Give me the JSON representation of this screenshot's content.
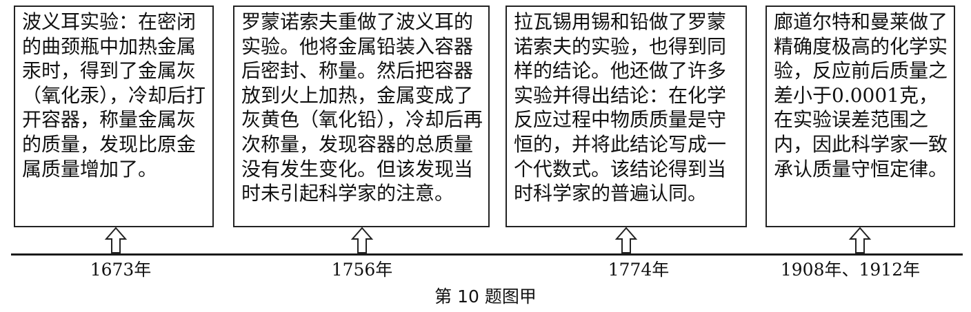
{
  "events": [
    {
      "year": "1673年",
      "text": "波义耳实验：在密闭的曲颈瓶中加热金属汞时，得到了金属灰（氧化汞），冷却后打开容器，称量金属灰的质量，发现比原金属质量增加了。"
    },
    {
      "year": "1756年",
      "text": "罗蒙诺索夫重做了波义耳的实验。他将金属铅装入容器后密封、称量。然后把容器放到火上加热，金属变成了灰黄色（氧化铅），冷却后再次称量，发现容器的总质量没有发生变化。但该发现当时未引起科学家的注意。"
    },
    {
      "year": "1774年",
      "text": "拉瓦锡用锡和铅做了罗蒙诺索夫的实验，也得到同样的结论。他还做了许多实验并得出结论：在化学反应过程中物质质量是守恒的，并将此结论写成一个代数式。该结论得到当时科学家的普遍认同。"
    },
    {
      "year": "1908年、1912年",
      "text": "廊道尔特和曼莱做了精确度极高的化学实验，反应前后质量之差小于0.0001克，在实验误差范围之内，因此科学家一致承认质量守恒定律。"
    }
  ],
  "caption": "第 10 题图甲"
}
